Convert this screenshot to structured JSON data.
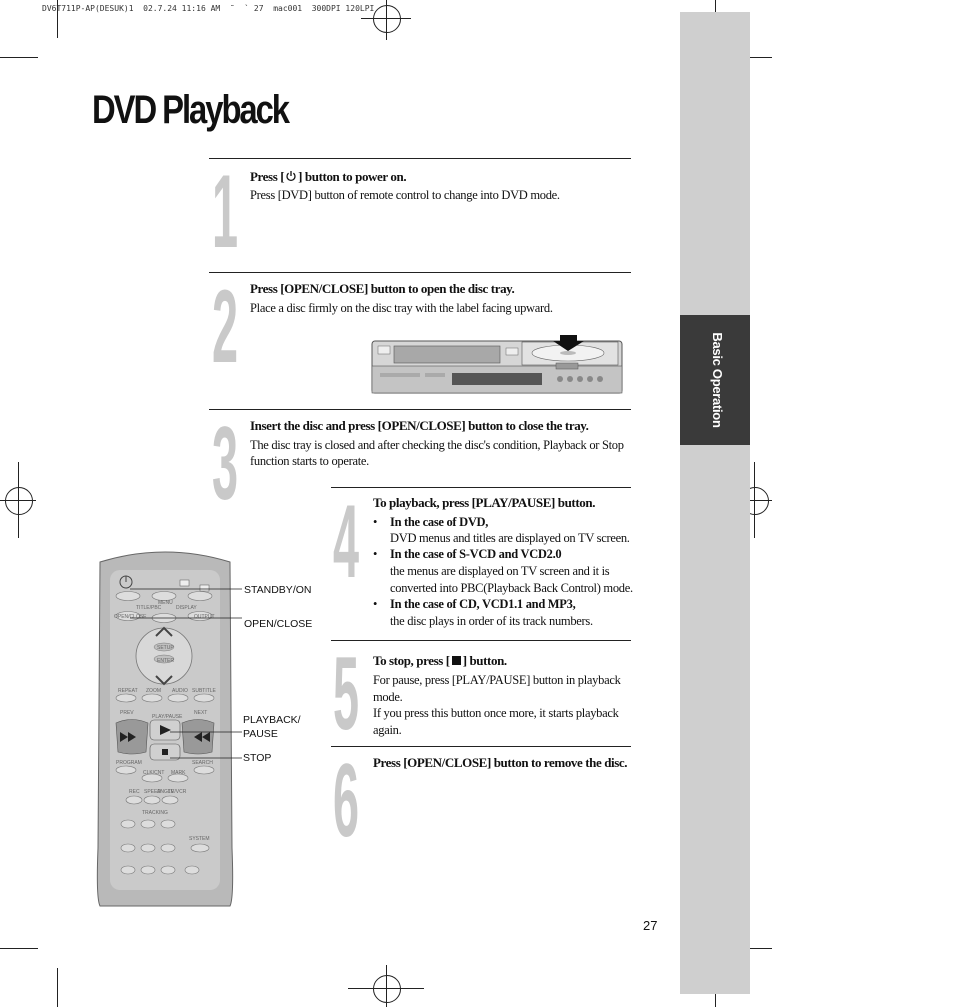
{
  "print_header": "DV6T711P-AP(DESUK)1  02.7.24 11:16 AM  ˜  ` 27  mac001  300DPI 120LPI",
  "sidebar": {
    "tab_label": "Basic Operation"
  },
  "title": "DVD Playback",
  "steps": [
    {
      "num": "1",
      "heading_pre": "Press [",
      "heading_post": "] button to power on.",
      "body": "Press [DVD] button of remote control to change into DVD mode."
    },
    {
      "num": "2",
      "heading": "Press [OPEN/CLOSE] button to open the disc tray.",
      "body": "Place a disc firmly on the disc tray with the label facing upward."
    },
    {
      "num": "3",
      "heading": "Insert the disc and press [OPEN/CLOSE] button to close the tray.",
      "body_line1": "The disc tray is closed and after checking the disc's condition, Playback or Stop",
      "body_line2": "function starts to operate."
    },
    {
      "num": "4",
      "heading": "To playback, press [PLAY/PAUSE] button.",
      "bullets": [
        {
          "title": "In the case of DVD,",
          "lines": [
            "DVD menus and titles are displayed on TV screen."
          ]
        },
        {
          "title": "In the case of S-VCD and VCD2.0",
          "lines": [
            "the menus are displayed on TV screen and it is",
            "converted into PBC(Playback Back Control) mode."
          ]
        },
        {
          "title": "In the case of CD, VCD1.1 and MP3,",
          "lines": [
            "the disc plays in order of its track numbers."
          ]
        }
      ]
    },
    {
      "num": "5",
      "heading_pre": "To stop, press [",
      "heading_post": "] button.",
      "body_lines": [
        "For pause, press [PLAY/PAUSE] button in playback",
        "mode.",
        "If you press this button once more, it starts playback",
        "again."
      ]
    },
    {
      "num": "6",
      "heading": "Press [OPEN/CLOSE] button to remove the disc."
    }
  ],
  "callouts": {
    "standby": "STANDBY/ON",
    "open_close": "OPEN/CLOSE",
    "play_pause_1": "PLAYBACK/",
    "play_pause_2": "PAUSE",
    "stop": "STOP"
  },
  "remote": {
    "labels": [
      "MENU",
      "TITLE/PBC",
      "DISPLAY",
      "OPEN/CLOSE",
      "OUTPUT",
      "SETUP",
      "ENTER",
      "REPEAT",
      "ZOOM",
      "AUDIO",
      "SUBTITLE",
      "PREV",
      "PLAY/PAUSE",
      "NEXT",
      "PROGRAM",
      "SEARCH",
      "CLK/CNT",
      "MARK",
      "REC",
      "SPEED",
      "ANGLE",
      "TV/VCR",
      "TRACKING",
      "SYSTEM"
    ]
  },
  "page_number": "27"
}
